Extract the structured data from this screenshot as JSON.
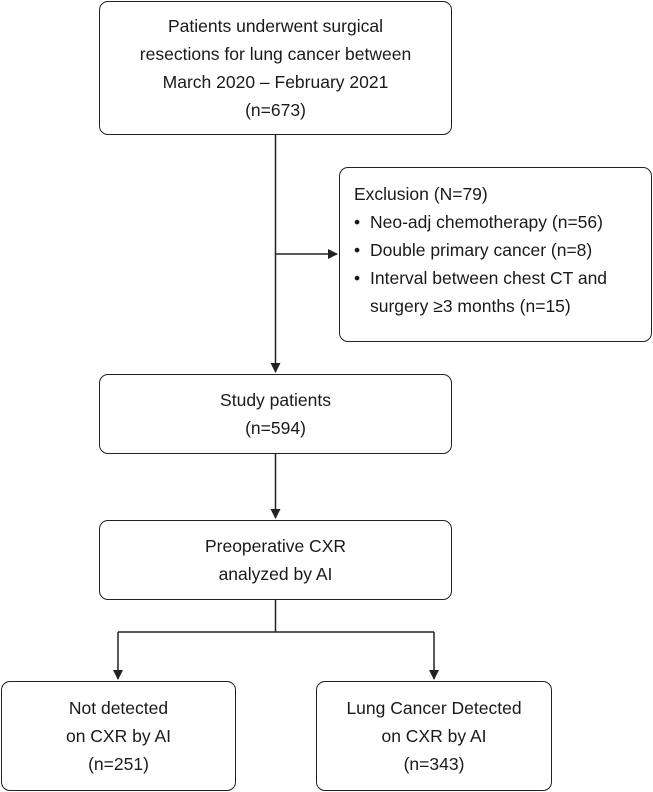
{
  "screening": {
    "line1": "Patients underwent surgical",
    "line2": "resections for lung cancer between",
    "line3": "March 2020 – February 2021",
    "count": "(n=673)"
  },
  "exclusion": {
    "title": "Exclusion (N=79)",
    "bullet": "•",
    "items": [
      {
        "text": "Neo-adj chemotherapy (n=56)"
      },
      {
        "text": "Double primary cancer (n=8)"
      },
      {
        "text": "Interval between chest CT and",
        "continuation": "surgery ≥3 months (n=15)"
      }
    ]
  },
  "study": {
    "title": "Study patients",
    "count": "(n=594)"
  },
  "analysis": {
    "line1": "Preoperative CXR",
    "line2": "analyzed by AI"
  },
  "outcomes": {
    "not_detected": {
      "line1": "Not detected",
      "line2": "on CXR by AI",
      "count": "(n=251)"
    },
    "detected": {
      "line1": "Lung Cancer Detected",
      "line2": "on CXR by AI",
      "count": "(n=343)"
    }
  }
}
